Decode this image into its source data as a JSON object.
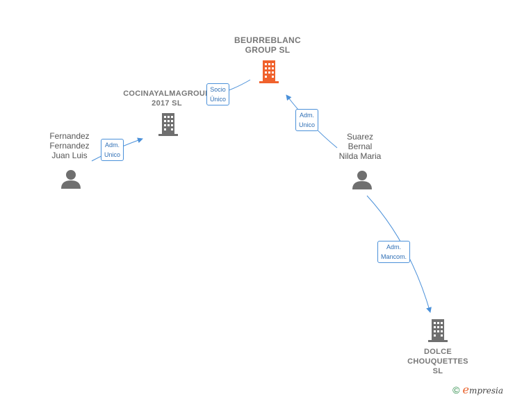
{
  "nodes": {
    "beurreblanc": {
      "lines": [
        "BEURREBLANC",
        "GROUP  SL"
      ],
      "color": "#f0622d"
    },
    "cocinayalma": {
      "lines": [
        "COCINAYALMAGROUP",
        "2017  SL"
      ],
      "color": "#6f6f6f"
    },
    "dolce": {
      "lines": [
        "DOLCE",
        "CHOUQUETTES",
        "SL"
      ],
      "color": "#6f6f6f"
    },
    "fernandez": {
      "lines": [
        "Fernandez",
        "Fernandez",
        "Juan Luis"
      ],
      "color": "#6f6f6f"
    },
    "suarez": {
      "lines": [
        "Suarez",
        "Bernal",
        "Nilda Maria"
      ],
      "color": "#6f6f6f"
    }
  },
  "edges": {
    "socio_unico": {
      "lines": [
        "Socio",
        "Único"
      ]
    },
    "adm_unico_suarez": {
      "lines": [
        "Adm.",
        "Unico"
      ]
    },
    "adm_unico_fernandez": {
      "lines": [
        "Adm.",
        "Unico"
      ]
    },
    "adm_mancom": {
      "lines": [
        "Adm.",
        "Mancom."
      ]
    }
  },
  "colors": {
    "edge": "#4a90d9",
    "edge_text": "#2f6fb5"
  },
  "footer": {
    "copyright": "©",
    "brand_initial": "e",
    "brand_rest": "mpresia"
  }
}
